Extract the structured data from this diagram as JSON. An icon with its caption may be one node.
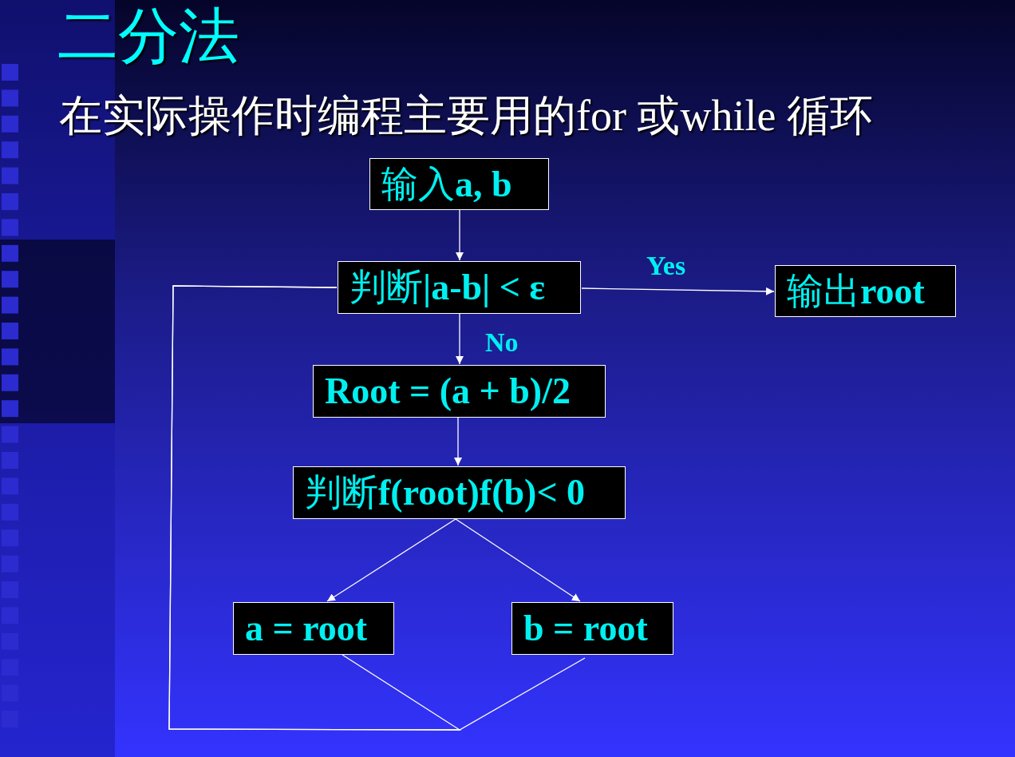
{
  "diagram": {
    "title": "二分法",
    "nodes": [
      {
        "text": [
          "输入**a, b**"
        ]
      },
      {
        "text": [
          "判断**|a-b| < ɛ**"
        ]
      },
      {
        "text": [
          "输出**root**"
        ]
      },
      {
        "text": [
          "Root = (a + b)/2"
        ]
      },
      {
        "text": [
          "判断**f(root)f(b)< 0**"
        ]
      },
      {
        "text": [
          "a = root"
        ]
      },
      {
        "text": [
          "b = root"
        ]
      }
    ],
    "edges": [
      {
        "from": 0,
        "to": 1,
        "arrow": "to"
      },
      {
        "from": 1,
        "to": 2,
        "arrow": "to",
        "label": "Yes"
      },
      {
        "from": 1,
        "to": 3,
        "arrow": "to",
        "label": "No"
      },
      {
        "from": 3,
        "to": 4,
        "arrow": "to"
      },
      {
        "from": 4,
        "to": 5,
        "arrow": "to"
      },
      {
        "from": 4,
        "to": 6,
        "arrow": "to"
      },
      {
        "from": 5,
        "to": 1,
        "arrow": "none"
      },
      {
        "from": 6,
        "to": 1,
        "arrow": "none"
      }
    ],
    "labels": [
      "在实际操作时编程主要用的for 或while 循环"
    ]
  }
}
